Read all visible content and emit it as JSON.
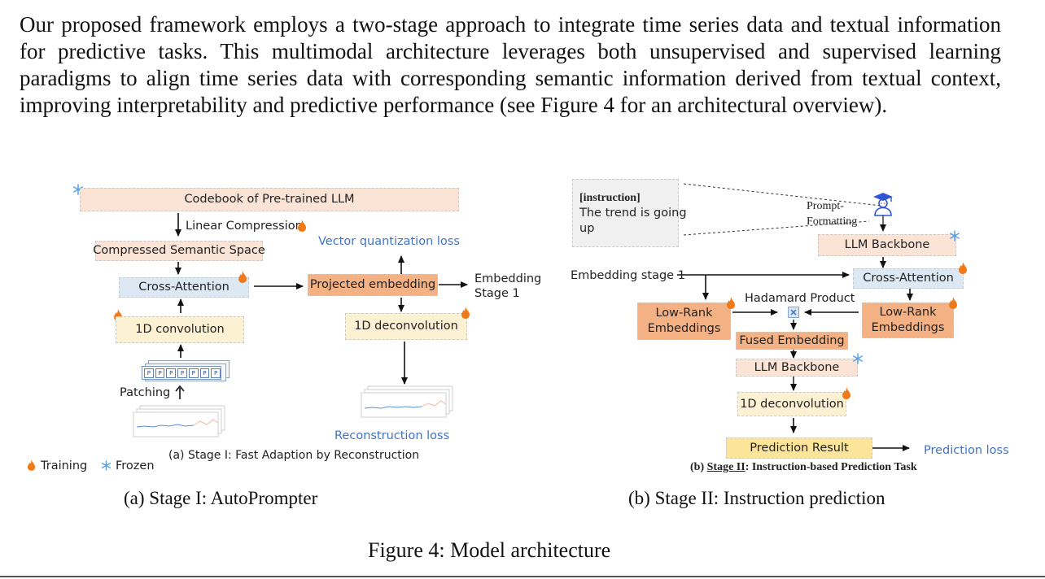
{
  "paragraph": "Our proposed framework employs a two-stage approach to integrate time series data and textual information for predictive tasks.  This multimodal architecture leverages both unsupervised and supervised learning paradigms to align time series data with corresponding semantic information derived from textual context, improving interpretability and predictive performance (see Figure 4 for an architectural overview).",
  "stage1": {
    "codebook": "Codebook of Pre-trained LLM",
    "linear_compression": "Linear Compression",
    "compressed_space": "Compressed Semantic Space",
    "cross_attention": "Cross-Attention",
    "conv1d": "1D convolution",
    "patching": "Patching",
    "patch_token": "P",
    "projected_embedding": "Projected embedding",
    "vq_loss": "Vector quantization loss",
    "embedding_stage1_line1": "Embedding",
    "embedding_stage1_line2": "Stage 1",
    "deconv1d": "1D deconvolution",
    "reconstruction_loss": "Reconstruction loss",
    "inner_caption": "(a) Stage I: Fast Adaption by Reconstruction",
    "legend_training": "Training",
    "legend_frozen": "Frozen"
  },
  "stage2": {
    "instruction_tag": "[instruction]",
    "instruction_text_line1": "The trend is going",
    "instruction_text_line2": "up",
    "prompt_formatting_line1": "Prompt-",
    "prompt_formatting_line2": "Formatting",
    "llm_backbone_top": "LLM Backbone",
    "embedding_stage1": "Embedding stage 1",
    "cross_attention": "Cross-Attention",
    "hadamard": "Hadamard Product",
    "low_rank_left_line1": "Low-Rank",
    "low_rank_left_line2": "Embeddings",
    "low_rank_right_line1": "Low-Rank",
    "low_rank_right_line2": "Embeddings",
    "fused_embedding": "Fused Embedding",
    "llm_backbone_mid": "LLM Backbone",
    "deconv1d": "1D deconvolution",
    "prediction_result": "Prediction Result",
    "prediction_loss": "Prediction loss",
    "inner_caption_prefix": "(b) ",
    "inner_caption_stage": "Stage II",
    "inner_caption_rest": ": Instruction-based Prediction Task"
  },
  "captions": {
    "sub_a": "(a) Stage I: AutoPrompter",
    "sub_b": "(b) Stage II: Instruction prediction",
    "figure": "Figure 4: Model architecture"
  },
  "colors": {
    "codebook_fill": "#fbe4d6",
    "cross_attention_fill": "#dce9f5",
    "conv_fill": "#fdf1d4",
    "projected_fill": "#f4b183",
    "prediction_fill": "#fde49b",
    "loss_text": "#4472c4",
    "flame": "#f07a1a",
    "snowflake": "#5aa0e6"
  },
  "icons": [
    "flame-icon",
    "snowflake-icon",
    "graduate-icon",
    "hadamard-icon",
    "waveform-icon"
  ]
}
